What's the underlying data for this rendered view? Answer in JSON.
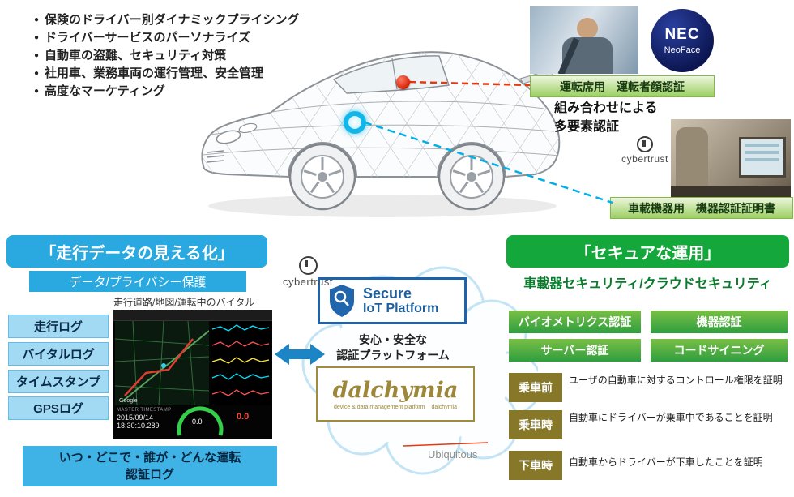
{
  "bullets": [
    "保険のドライバー別ダイナミックプライシング",
    "ドライバーサービスのパーソナライズ",
    "自動車の盗難、セキュリティ対策",
    "社用車、業務車両の運行管理、安全管理",
    "高度なマーケティング"
  ],
  "driver_auth": {
    "nec": "NEC",
    "neoface": "NeoFace",
    "label": "運転席用　運転者顔認証"
  },
  "multi_factor": {
    "line1": "組み合わせによる",
    "line2": "多要素認証"
  },
  "cybertrust": {
    "label": "cybertrust"
  },
  "device_auth": {
    "label": "車載機器用　機器認証証明書"
  },
  "left_section": {
    "title": "「走行データの見える化」",
    "subtitle": "データ/プライバシー保護",
    "caption": "走行道路/地図/運転中のバイタル",
    "logs": [
      "走行ログ",
      "バイタルログ",
      "タイムスタンプ",
      "GPSログ"
    ],
    "bottom_line1": "いつ・どこで・誰が・どんな運転",
    "bottom_line2": "認証ログ",
    "dashboard": {
      "master": "MASTER TIMESTAMP",
      "date": "2015/09/14",
      "time": "18:30:10.289",
      "map_credit": "Google",
      "speed": "0.0",
      "aux": "0.0"
    }
  },
  "cloud": {
    "secure_line1": "Secure",
    "secure_line2": "IoT Platform",
    "caption_line1": "安心・安全な",
    "caption_line2": "認証プラットフォーム",
    "dal_script": "dalchymia",
    "dal_sub1": "device & data management platform",
    "dal_sub2": "dalchymia",
    "ubiquitous": "Ubiquitous"
  },
  "right_section": {
    "title": "「セキュアな運用」",
    "subtitle": "車載器セキュリティ/クラウドセキュリティ",
    "auth_boxes": [
      "バイオメトリクス認証",
      "機器認証",
      "サーバー認証",
      "コードサイニング"
    ],
    "phases": [
      {
        "label": "乗車前",
        "desc": "ユーザの自動車に対するコントロール権限を証明"
      },
      {
        "label": "乗車時",
        "desc": "自動車にドライバーが乗車中であることを証明"
      },
      {
        "label": "下車時",
        "desc": "自動車からドライバーが下車したことを証明"
      }
    ]
  },
  "colors": {
    "blue": "#29a9e0",
    "green": "#14a73c",
    "olive": "#867729",
    "light_blue": "#a2daf4",
    "red_line": "#e8380d",
    "cyan_line": "#00b0ea"
  }
}
